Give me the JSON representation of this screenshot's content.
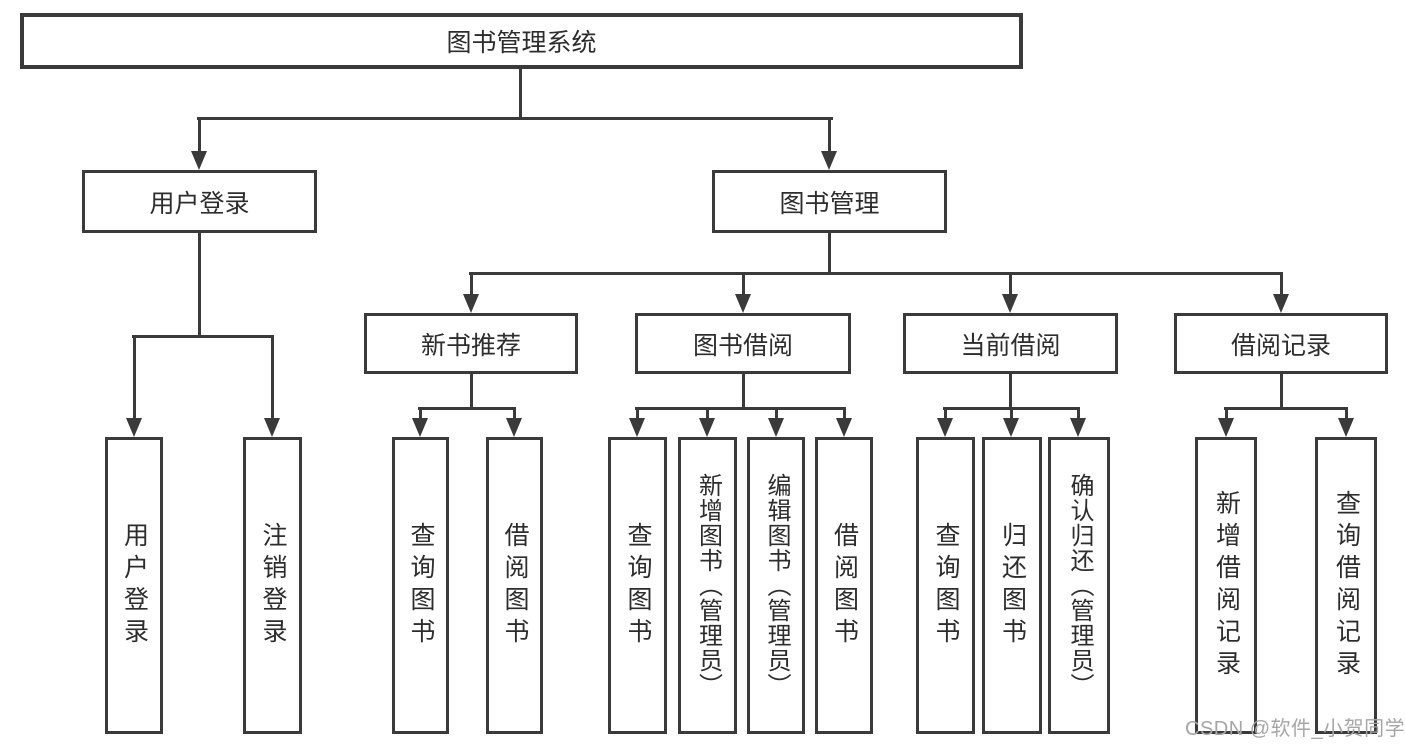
{
  "diagram_type": "hierarchy-tree",
  "watermark": "CSDN @软件_小贺同学",
  "colors": {
    "line": "#3a3a3a",
    "text": "#2d2d2d",
    "watermark": "#a6a6a6",
    "background": "#ffffff"
  },
  "tree": {
    "label": "图书管理系统",
    "children": [
      {
        "label": "用户登录",
        "children": [
          {
            "label": "用户登录"
          },
          {
            "label": "注销登录"
          }
        ]
      },
      {
        "label": "图书管理",
        "children": [
          {
            "label": "新书推荐",
            "children": [
              {
                "label": "查询图书"
              },
              {
                "label": "借阅图书"
              }
            ]
          },
          {
            "label": "图书借阅",
            "children": [
              {
                "label": "查询图书"
              },
              {
                "label": "新增图书（管理员）"
              },
              {
                "label": "编辑图书（管理员）"
              },
              {
                "label": "借阅图书"
              }
            ]
          },
          {
            "label": "当前借阅",
            "children": [
              {
                "label": "查询图书"
              },
              {
                "label": "归还图书"
              },
              {
                "label": "确认归还（管理员）"
              }
            ]
          },
          {
            "label": "借阅记录",
            "children": [
              {
                "label": "新增借阅记录"
              },
              {
                "label": "查询借阅记录"
              }
            ]
          }
        ]
      }
    ]
  }
}
